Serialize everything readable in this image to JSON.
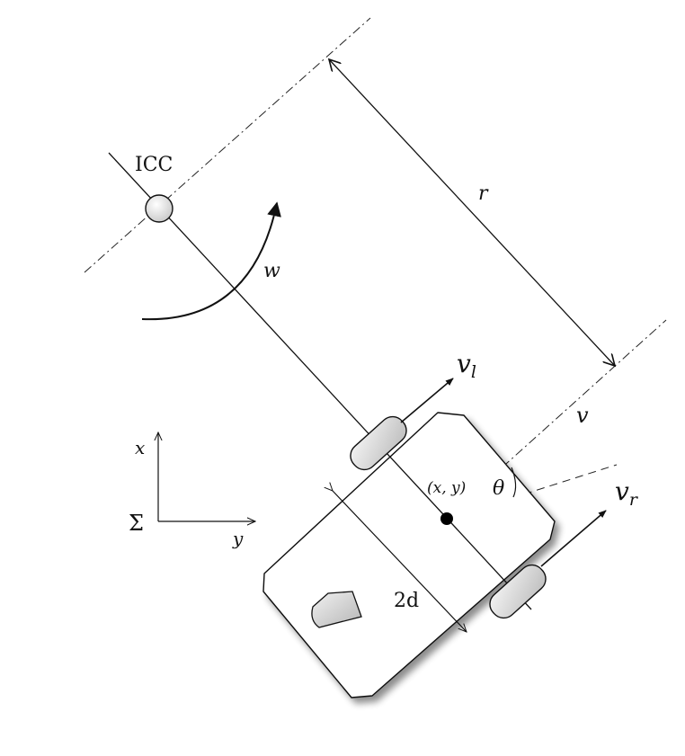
{
  "labels": {
    "icc": "ICC",
    "omega": "w",
    "radius": "r",
    "v_left": "v",
    "v_left_sub": "l",
    "velocity": "v",
    "v_right": "v",
    "v_right_sub": "r",
    "position": "(x, y)",
    "theta": "θ",
    "width": "2d",
    "axis_x": "x",
    "axis_y": "y",
    "frame": "Σ"
  }
}
